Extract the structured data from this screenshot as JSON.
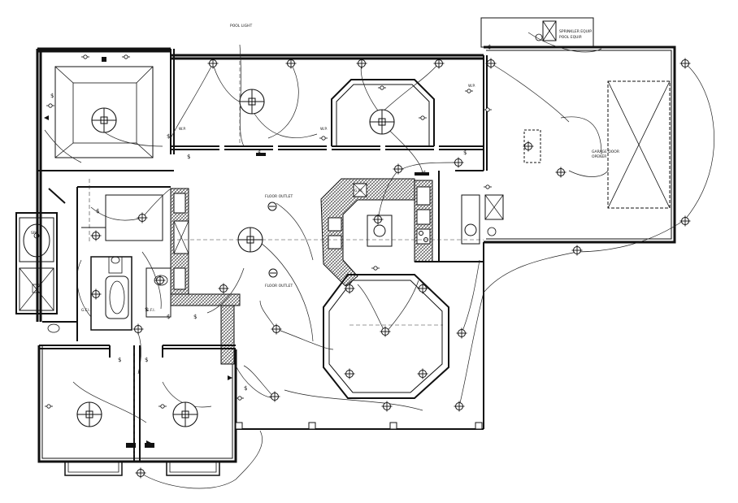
{
  "drawing": {
    "labels": {
      "pool_light": "POOL LIGHT",
      "sprinkler": "SPRINKLER EQUIP.",
      "pool_equip": "POOL EQUIP.",
      "garage_door": "GARAGE DOOR",
      "opener": "OPENER",
      "floor_outlet_1": "FLOOR OUTLET",
      "floor_outlet_2": "FLOOR OUTLET",
      "wp_1": "W.P.",
      "wp_2": "W.P.",
      "wp_3": "W.P.",
      "gfi_kitchen": "G.F.I.",
      "gfi_bath": "G.F.I.",
      "gfi_bath2": "G.F.I.",
      "spa": "SPA"
    },
    "colors": {
      "line": "#111111",
      "hatch": "#555555",
      "background": "#ffffff"
    }
  }
}
